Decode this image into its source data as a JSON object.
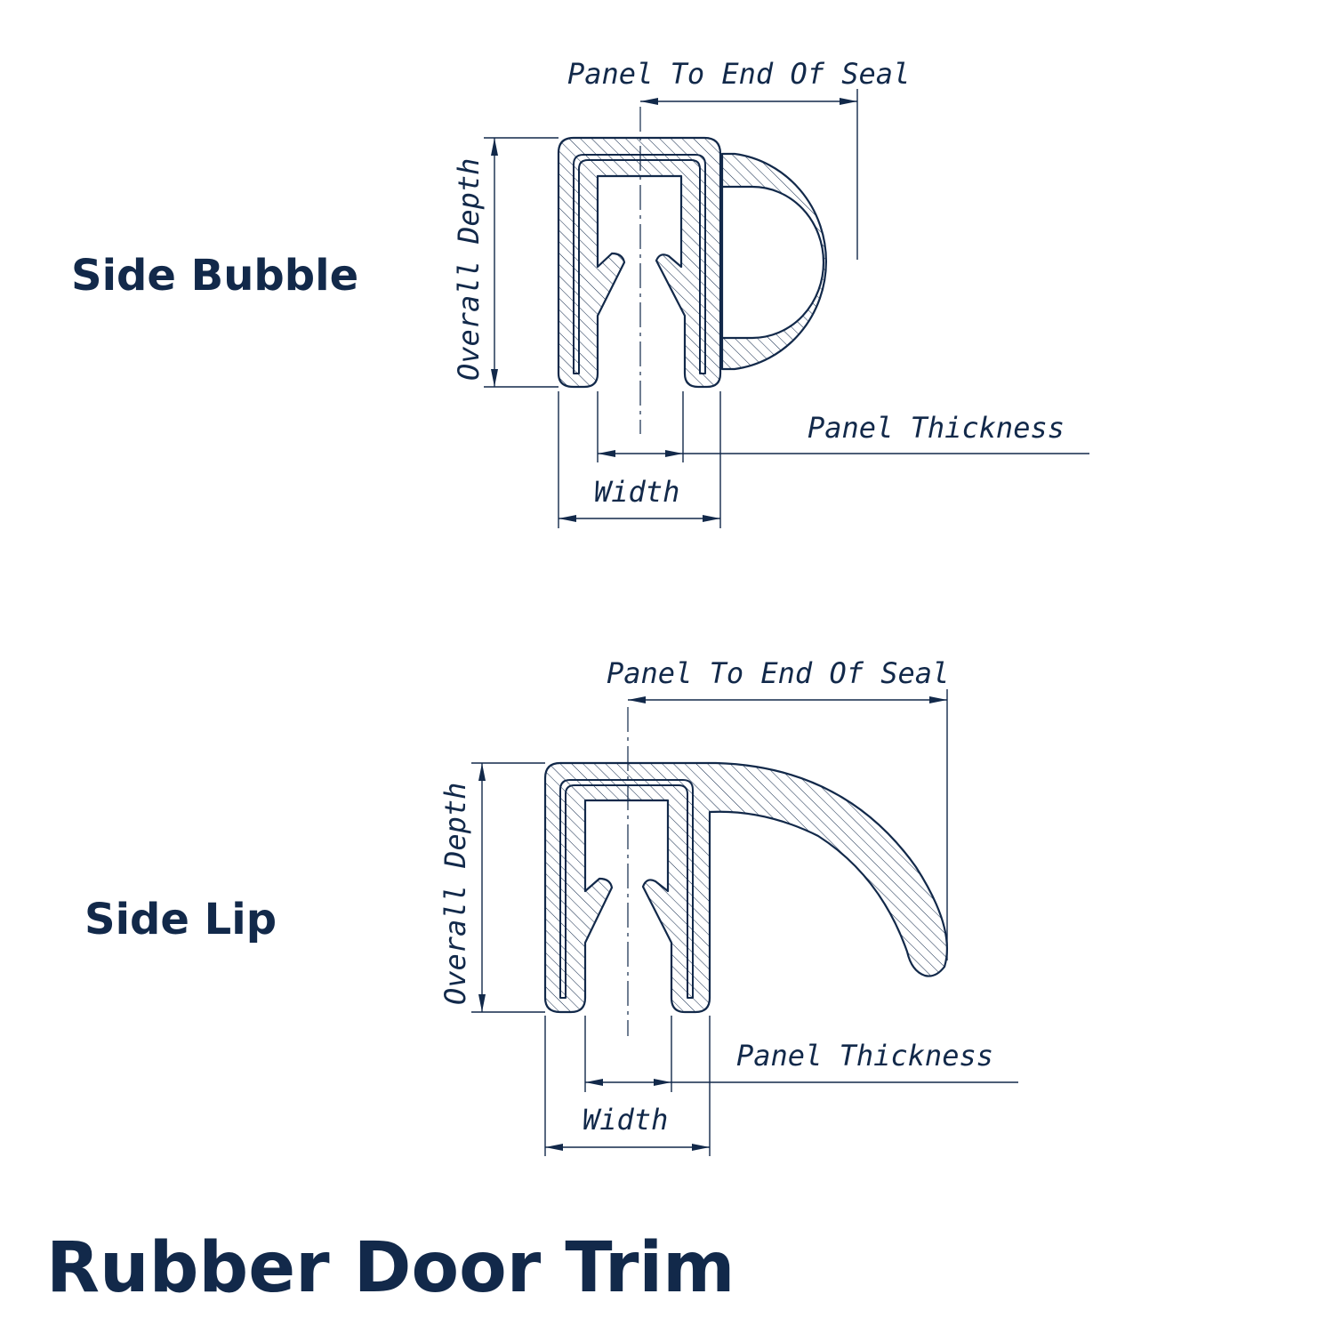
{
  "title": "Rubber Door Trim",
  "colors": {
    "ink": "#12294a",
    "background": "#ffffff"
  },
  "profiles": [
    {
      "name": "Side Bubble",
      "dimensions": {
        "panel_to_end_of_seal": "Panel To End Of Seal",
        "overall_depth": "Overall Depth",
        "panel_thickness": "Panel Thickness",
        "width": "Width"
      }
    },
    {
      "name": "Side Lip",
      "dimensions": {
        "panel_to_end_of_seal": "Panel To End Of Seal",
        "overall_depth": "Overall Depth",
        "panel_thickness": "Panel Thickness",
        "width": "Width"
      }
    }
  ]
}
